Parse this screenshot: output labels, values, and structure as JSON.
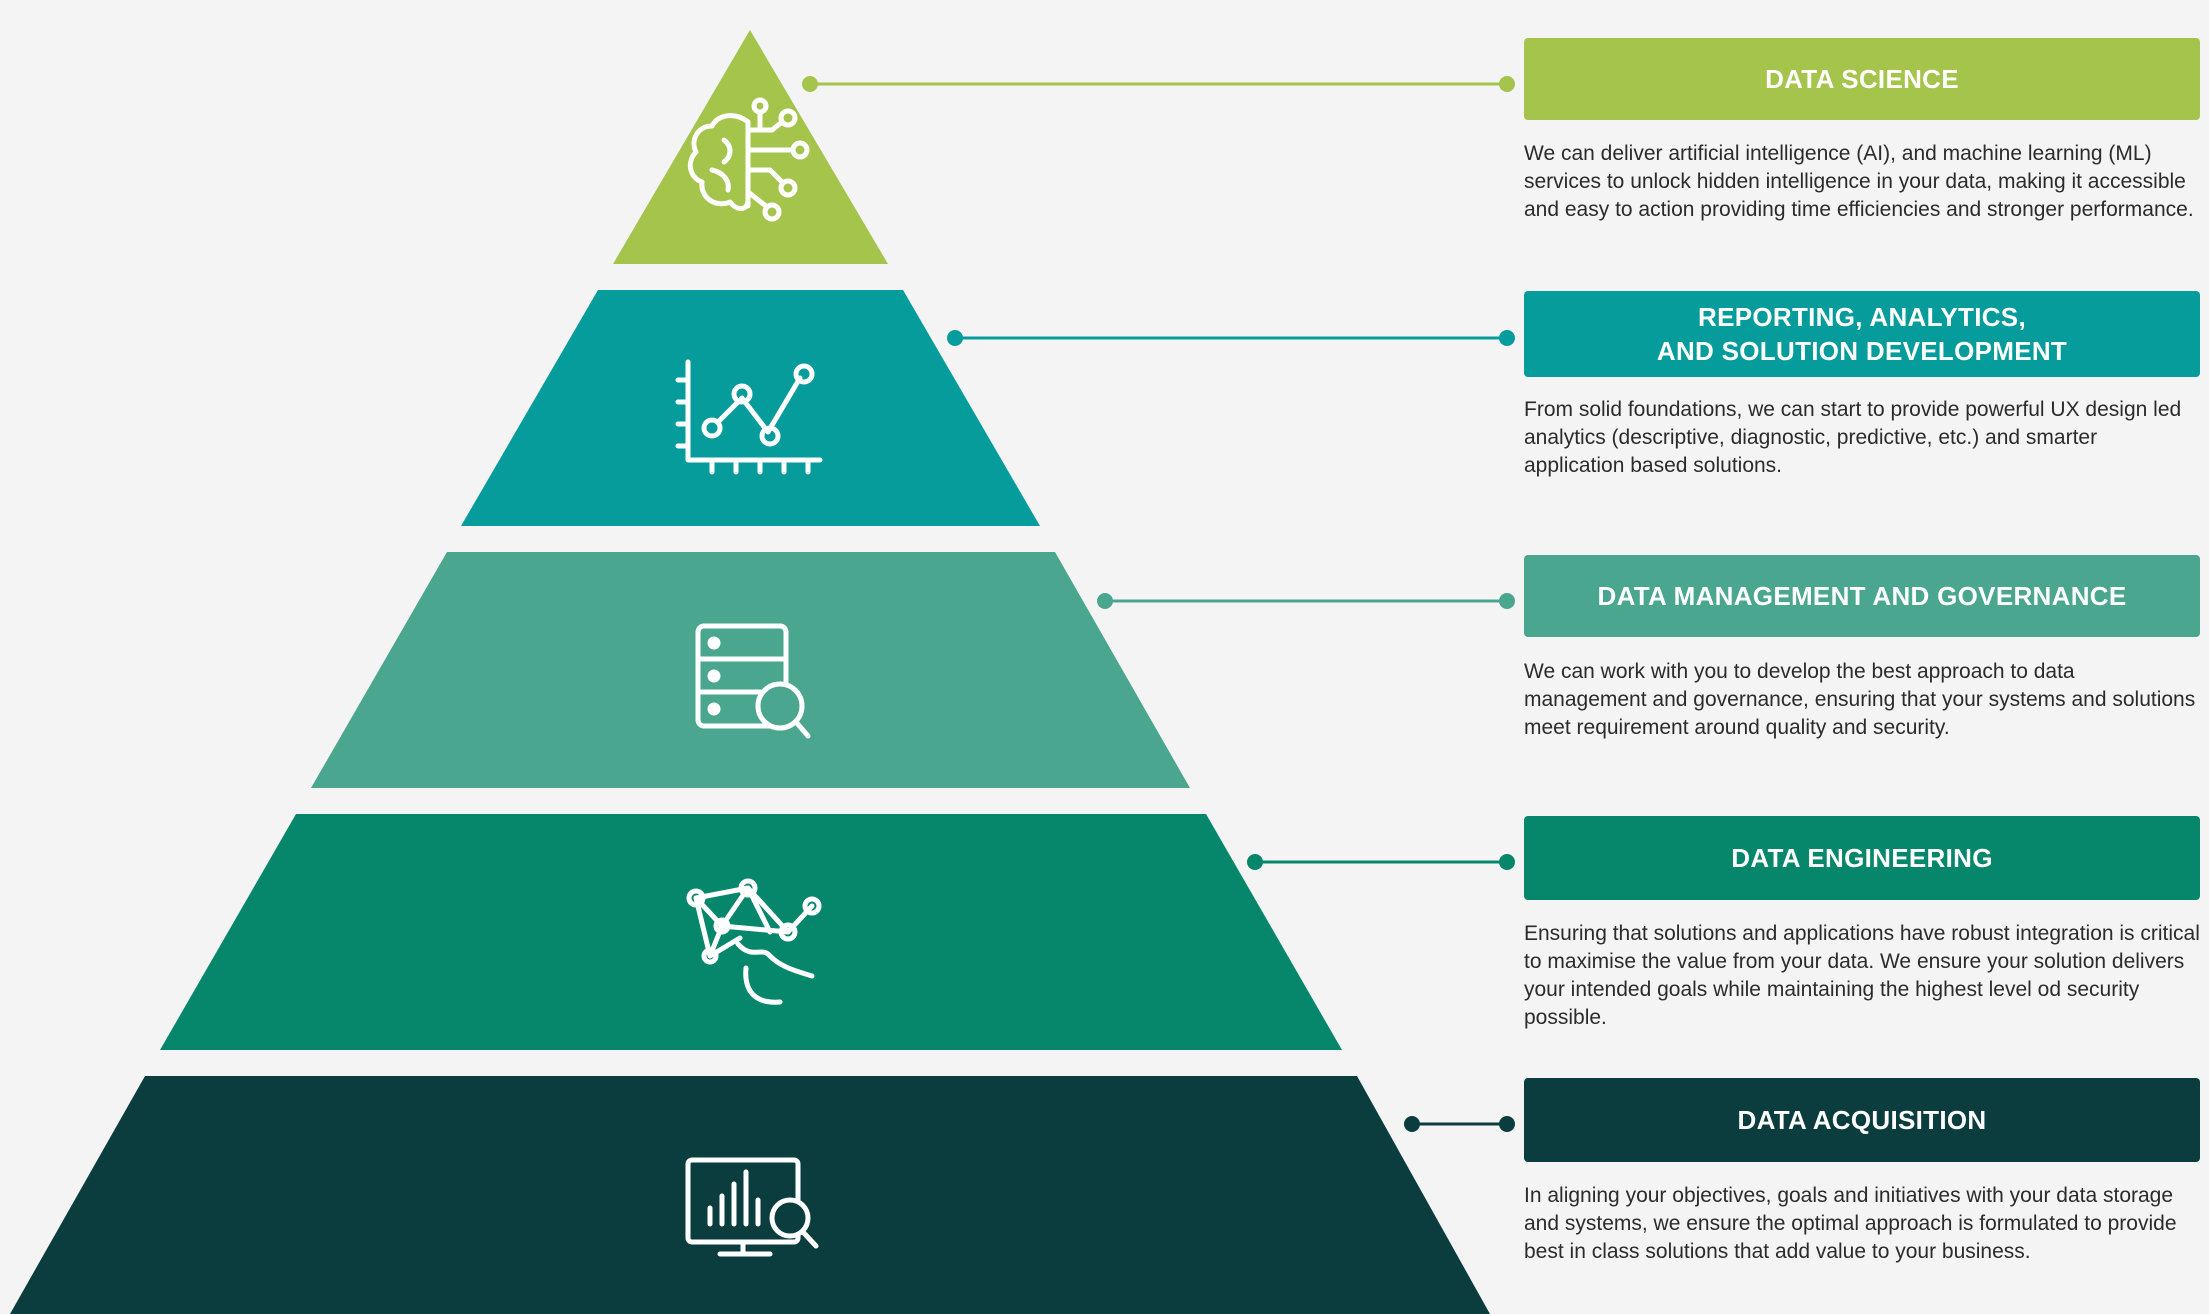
{
  "layers": [
    {
      "id": "data-science",
      "title": "DATA SCIENCE",
      "description": "We can deliver artificial intelligence (AI), and machine learning (ML) services to unlock hidden intelligence in your data, making it accessible and easy to action providing time efficiencies and stronger performance.",
      "color": "#a4c44c",
      "icon": "brain-circuit-icon"
    },
    {
      "id": "reporting",
      "title": "REPORTING, ANALYTICS,\nAND SOLUTION DEVELOPMENT",
      "description": "From solid foundations, we can start to provide powerful UX design led analytics (descriptive, diagnostic, predictive, etc.) and smarter application based solutions.",
      "color": "#069c9c",
      "icon": "line-chart-icon"
    },
    {
      "id": "data-management",
      "title": "DATA MANAGEMENT AND GOVERNANCE",
      "description": "We can work with you to develop the best approach to data management and governance, ensuring that your systems and solutions meet requirement around quality and security.",
      "color": "#4aa68f",
      "icon": "database-search-icon"
    },
    {
      "id": "data-engineering",
      "title": "DATA ENGINEERING",
      "description": "Ensuring that solutions and applications have robust integration is critical to maximise the value from your data. We ensure your solution delivers your intended goals while maintaining the highest level od security possible.",
      "color": "#06866a",
      "icon": "network-graph-icon"
    },
    {
      "id": "data-acquisition",
      "title": "DATA ACQUISITION",
      "description": "In aligning your objectives, goals and initiatives with your data storage and systems, we ensure the optimal approach is formulated to provide best in class solutions that add value to your business.",
      "color": "#0b3d3f",
      "icon": "monitor-chart-search-icon"
    }
  ]
}
